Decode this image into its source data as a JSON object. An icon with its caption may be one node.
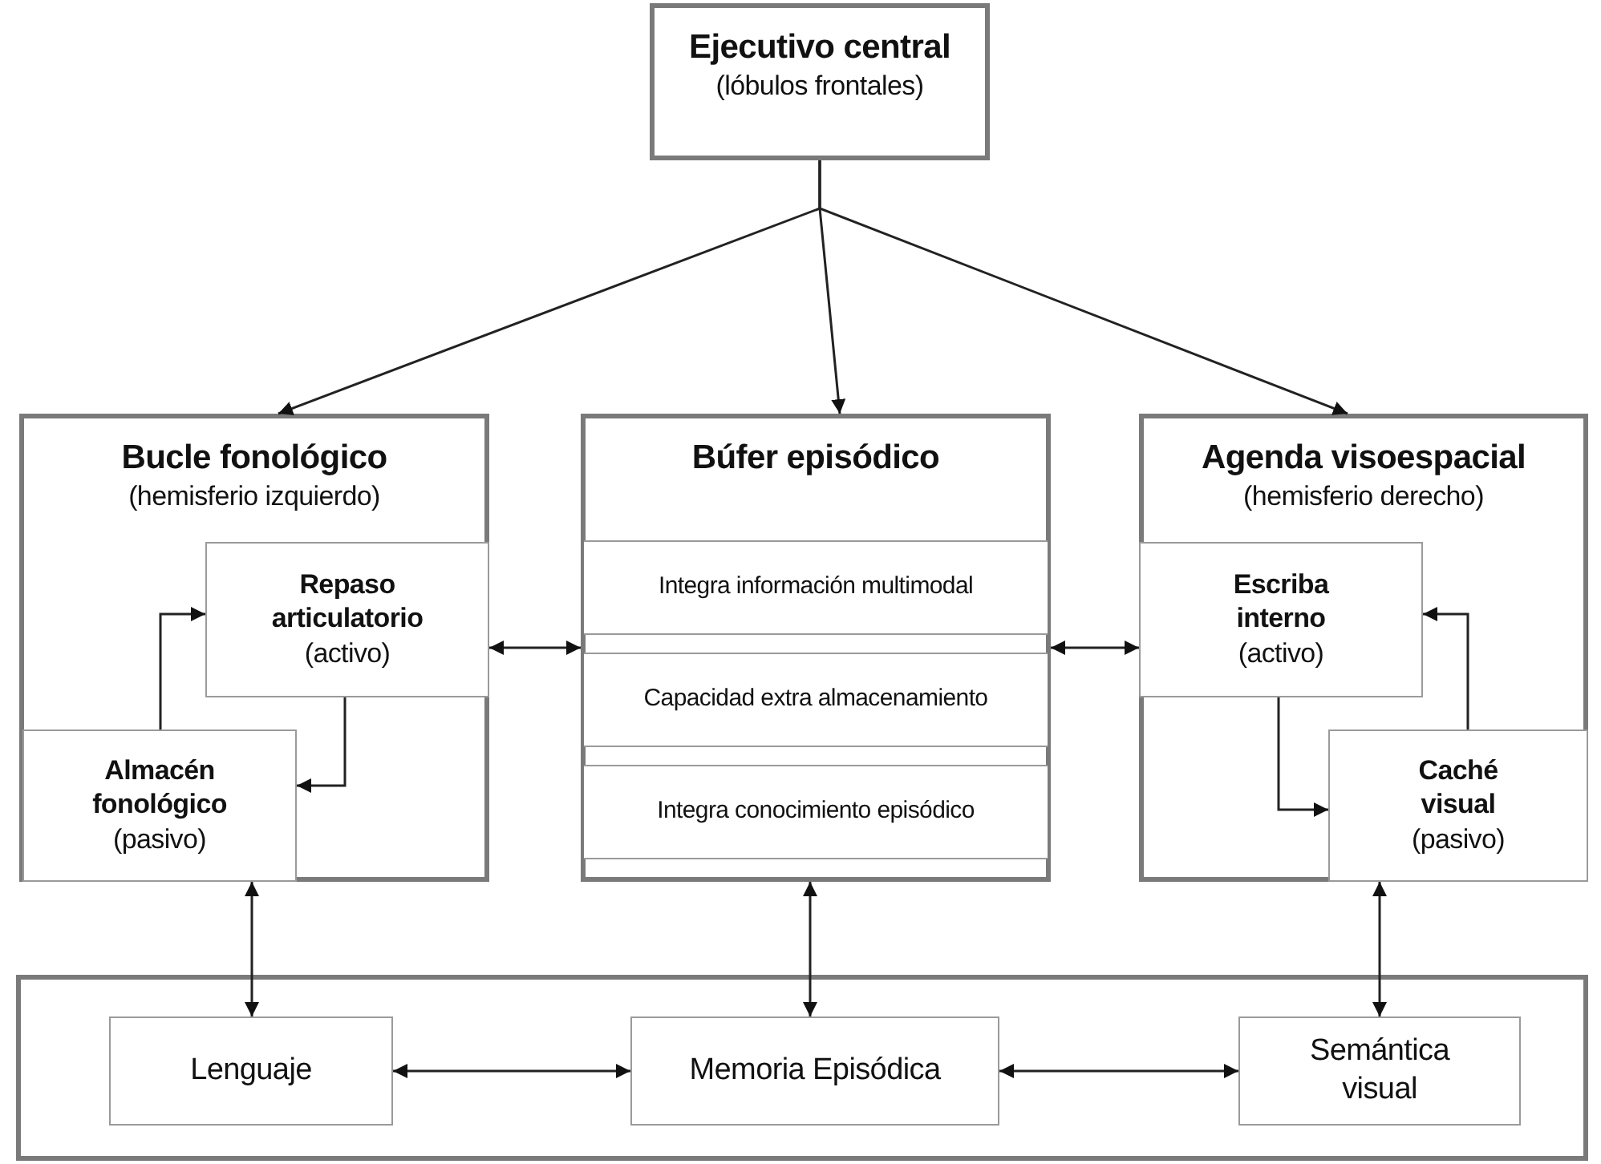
{
  "diagram": {
    "nodes": [
      {
        "text": [
          "Ejecutivo central",
          "(lóbulos frontales)"
        ]
      },
      {
        "text": [
          "Bucle fonológico",
          "(hemisferio izquierdo)"
        ]
      },
      {
        "text": [
          "Repaso articulatorio",
          "(activo)"
        ],
        "in": 1
      },
      {
        "text": [
          "Almacén fonológico",
          "(pasivo)"
        ],
        "in": 1
      },
      {
        "text": [
          "Búfer episódico"
        ]
      },
      {
        "text": [
          "Integra información multimodal"
        ],
        "in": 4
      },
      {
        "text": [
          "Capacidad extra almacenamiento"
        ],
        "in": 4
      },
      {
        "text": [
          "Integra conocimiento episódico"
        ],
        "in": 4
      },
      {
        "text": [
          "Agenda visoespacial",
          "(hemisferio derecho)"
        ]
      },
      {
        "text": [
          "Escriba interno",
          "(activo)"
        ],
        "in": 8
      },
      {
        "text": [
          "Caché visual",
          "(pasivo)"
        ],
        "in": 8
      },
      {
        "text": [],
        "shape": "box"
      },
      {
        "text": [
          "Lenguaje"
        ],
        "in": 11
      },
      {
        "text": [
          "Memoria Episódica"
        ],
        "in": 11
      },
      {
        "text": [
          "Semántica visual"
        ],
        "in": 11
      }
    ],
    "edges": [
      {
        "from": 0,
        "to": 1,
        "arrow": "to"
      },
      {
        "from": 0,
        "to": 4,
        "arrow": "to"
      },
      {
        "from": 0,
        "to": 8,
        "arrow": "to"
      },
      {
        "from": 3,
        "to": 2,
        "arrow": "to"
      },
      {
        "from": 2,
        "to": 3,
        "arrow": "to"
      },
      {
        "from": 9,
        "to": 10,
        "arrow": "to"
      },
      {
        "from": 10,
        "to": 9,
        "arrow": "to"
      },
      {
        "from": 1,
        "to": 4,
        "arrow": "both"
      },
      {
        "from": 4,
        "to": 8,
        "arrow": "both"
      },
      {
        "from": 1,
        "to": 12,
        "arrow": "both"
      },
      {
        "from": 4,
        "to": 13,
        "arrow": "both"
      },
      {
        "from": 8,
        "to": 14,
        "arrow": "both"
      },
      {
        "from": 12,
        "to": 13,
        "arrow": "both"
      },
      {
        "from": 13,
        "to": 14,
        "arrow": "both"
      }
    ]
  }
}
